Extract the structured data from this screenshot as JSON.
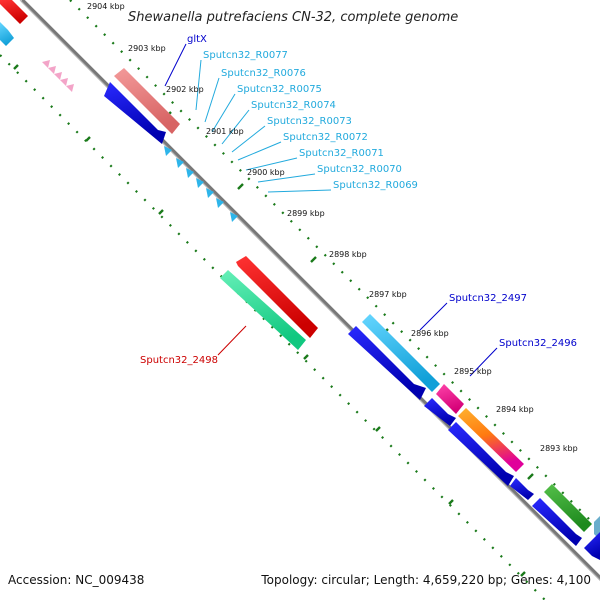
{
  "title": "Shewanella putrefaciens CN-32, complete genome",
  "accession_text": "Accession: NC_009438",
  "summary_text": "Topology: circular; Length: 4,659,220 bp; Genes: 4,100",
  "colors": {
    "backbone": "#777777",
    "tick": "#1a7a1a",
    "gene_forward": "#0000dd",
    "gene_reverse": "#ee1111",
    "rrna_pink": "#ee7777",
    "trna_cyan": "#33bbee",
    "label_gene": "#0000cc",
    "label_trna": "#22aadd",
    "label_red": "#cc0000"
  },
  "position_labels": [
    {
      "id": "2904",
      "text": "2904 kbp"
    },
    {
      "id": "2903",
      "text": "2903 kbp"
    },
    {
      "id": "2902",
      "text": "2902 kbp"
    },
    {
      "id": "2901",
      "text": "2901 kbp"
    },
    {
      "id": "2900",
      "text": "2900 kbp"
    },
    {
      "id": "2899",
      "text": "2899 kbp"
    },
    {
      "id": "2898",
      "text": "2898 kbp"
    },
    {
      "id": "2897",
      "text": "2897 kbp"
    },
    {
      "id": "2896",
      "text": "2896 kbp"
    },
    {
      "id": "2895",
      "text": "2895 kbp"
    },
    {
      "id": "2894",
      "text": "2894 kbp"
    },
    {
      "id": "2893",
      "text": "2893 kbp"
    }
  ],
  "feature_labels": [
    {
      "id": "gltX",
      "text": "gltX"
    },
    {
      "id": "R0077",
      "text": "Sputcn32_R0077"
    },
    {
      "id": "R0076",
      "text": "Sputcn32_R0076"
    },
    {
      "id": "R0075",
      "text": "Sputcn32_R0075"
    },
    {
      "id": "R0074",
      "text": "Sputcn32_R0074"
    },
    {
      "id": "R0073",
      "text": "Sputcn32_R0073"
    },
    {
      "id": "R0072",
      "text": "Sputcn32_R0072"
    },
    {
      "id": "R0071",
      "text": "Sputcn32_R0071"
    },
    {
      "id": "R0070",
      "text": "Sputcn32_R0070"
    },
    {
      "id": "R0069",
      "text": "Sputcn32_R0069"
    },
    {
      "id": "2497",
      "text": "Sputcn32_2497"
    },
    {
      "id": "2496",
      "text": "Sputcn32_2496"
    },
    {
      "id": "2498",
      "text": "Sputcn32_2498"
    }
  ]
}
